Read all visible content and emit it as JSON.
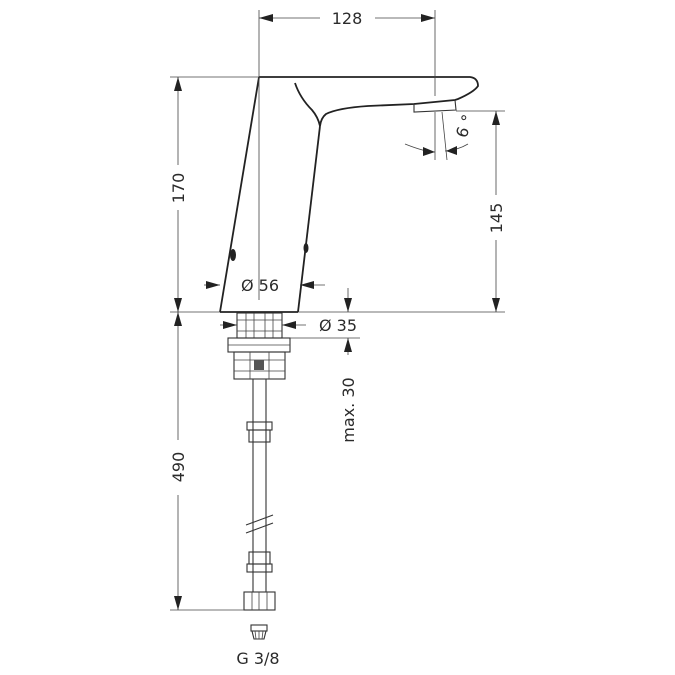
{
  "dimensions": {
    "width_top": "128",
    "height_total": "170",
    "height_outlet": "145",
    "angle_outlet": "6 °",
    "diameter_body": "Ø 56",
    "diameter_shank": "Ø 35",
    "max_thickness": "max. 30",
    "hose_length": "490",
    "thread": "G 3/8"
  },
  "colors": {
    "line": "#222222",
    "background": "#ffffff"
  }
}
